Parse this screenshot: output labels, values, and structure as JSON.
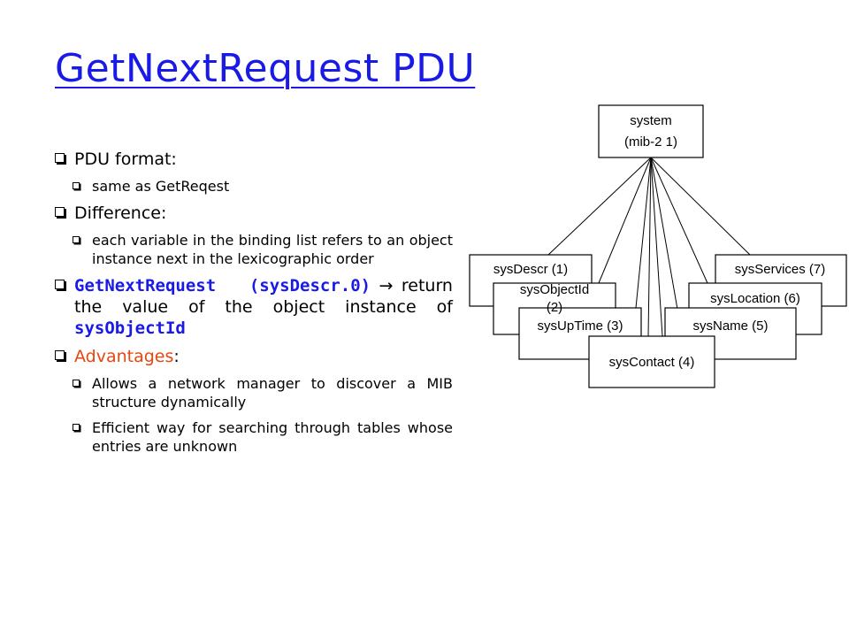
{
  "title": "GetNextRequest PDU",
  "bullets": {
    "format": {
      "label": "PDU format:",
      "sub": "same as GetReqest"
    },
    "difference": {
      "label": "Difference:",
      "sub": "each variable in the binding list refers to an object instance next in the lexicographic order"
    },
    "example": {
      "code1": "GetNextRequest",
      "code2": "(sysDescr.0)",
      "arrow": "→",
      "text": "return the value of the object instance of",
      "code3": "sysObjectId"
    },
    "advantages": {
      "label": "Advantages",
      "colon": ":",
      "sub1": "Allows a network manager to discover a MIB structure dynamically",
      "sub2": "Efficient way for searching through tables whose entries are unknown"
    }
  },
  "tree": {
    "root_line1": "system",
    "root_line2": "(mib-2 1)",
    "n1": "sysDescr (1)",
    "n2_line1": "sysObjectId",
    "n2_line2": "(2)",
    "n3": "sysUpTime (3)",
    "n4": "sysContact (4)",
    "n5": "sysName (5)",
    "n6": "sysLocation (6)",
    "n7": "sysServices (7)"
  },
  "colors": {
    "blue": "#1a1ae6",
    "orange": "#e8460f"
  }
}
